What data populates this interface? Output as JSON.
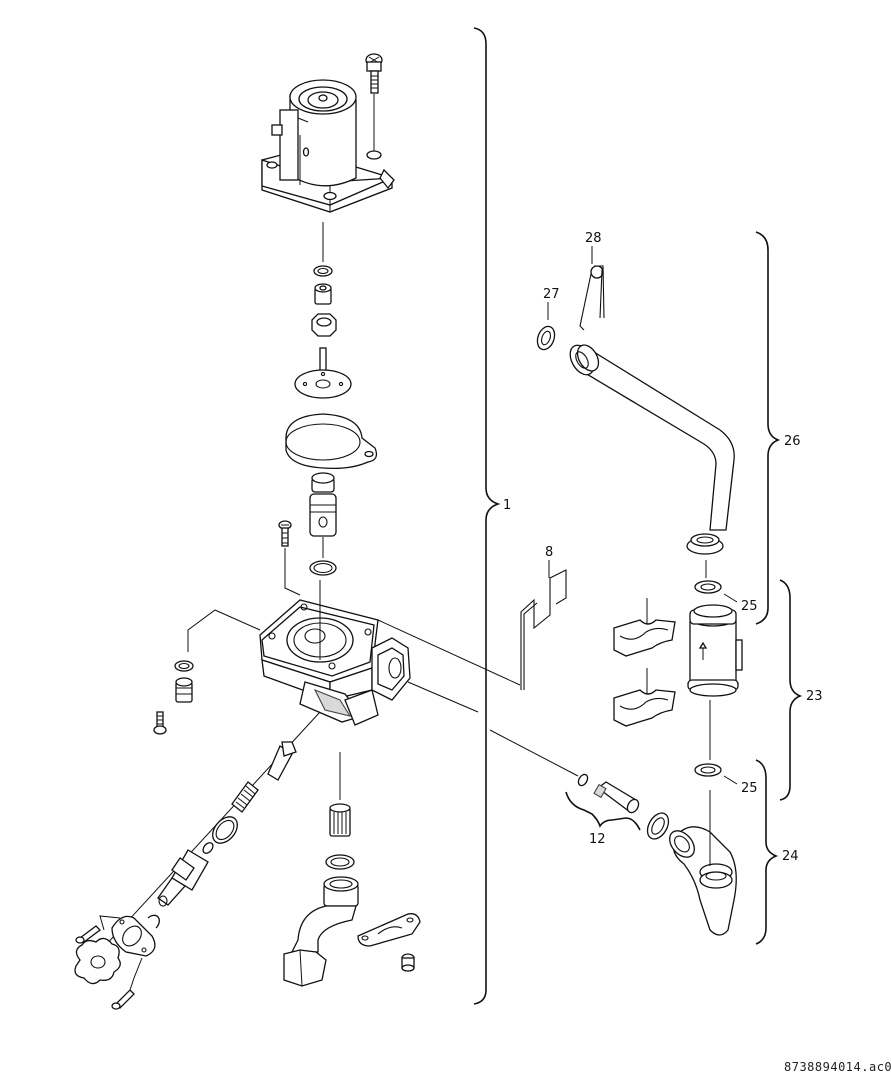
{
  "diagram": {
    "type": "exploded-parts-view",
    "drawing_number": "8738894014.ac0",
    "callouts": [
      {
        "id": "c1",
        "label": "1",
        "kind": "brace"
      },
      {
        "id": "c8",
        "label": "8",
        "kind": "leader"
      },
      {
        "id": "c12",
        "label": "12",
        "kind": "brace"
      },
      {
        "id": "c23",
        "label": "23",
        "kind": "brace"
      },
      {
        "id": "c24",
        "label": "24",
        "kind": "brace"
      },
      {
        "id": "c25a",
        "label": "25",
        "kind": "leader"
      },
      {
        "id": "c25b",
        "label": "25",
        "kind": "leader"
      },
      {
        "id": "c26",
        "label": "26",
        "kind": "brace"
      },
      {
        "id": "c27",
        "label": "27",
        "kind": "leader"
      },
      {
        "id": "c28",
        "label": "28",
        "kind": "leader"
      }
    ],
    "parts": [
      "actuator-motor",
      "motor-screw",
      "o-ring-small",
      "bushing",
      "nut",
      "diaphragm-plate",
      "diaphragm-cover",
      "valve-cartridge",
      "o-ring",
      "body-screw",
      "valve-body",
      "hex-fitting",
      "drain-plug",
      "plug-screw",
      "pin-stem",
      "spring",
      "o-ring-large",
      "washer",
      "bypass-valve",
      "retaining-ring",
      "flange-plate",
      "knob",
      "flange-screw-top",
      "flange-screw-bottom",
      "filter-strainer",
      "filter-washer",
      "outlet-elbow",
      "bracket-plate",
      "bracket-screw",
      "clip-wire",
      "check-valve-seal",
      "check-valve",
      "seal-ring",
      "pipe",
      "pipe-seal",
      "spring-clip",
      "pipe-nut",
      "flow-sensor",
      "sensor-clip-upper",
      "sensor-clip-lower",
      "elbow-connector"
    ]
  }
}
